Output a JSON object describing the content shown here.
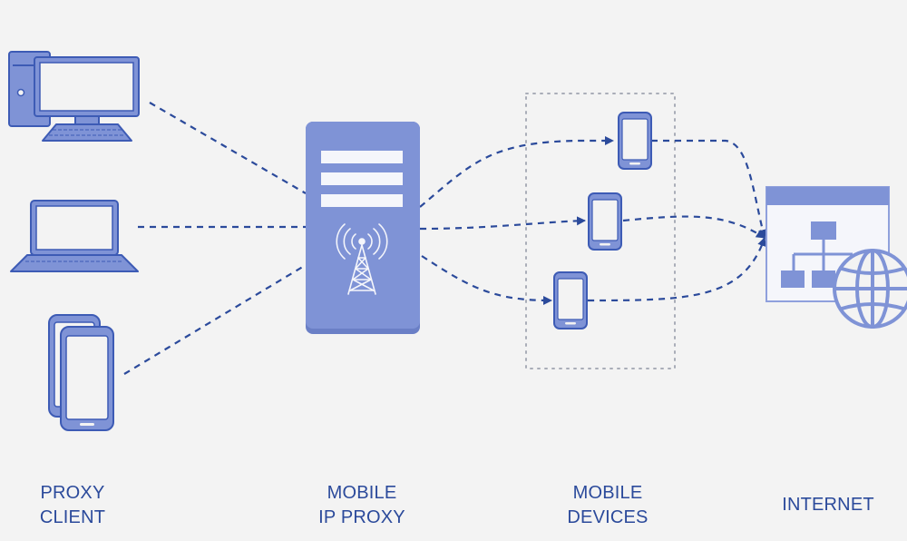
{
  "colors": {
    "background": "#f3f3f3",
    "icon_fill": "#7f93d6",
    "icon_fill_dark": "#6a7fc6",
    "icon_stroke": "#3d5bb5",
    "line": "#2b4a9b",
    "label": "#2b4a9b"
  },
  "labels": {
    "proxy_client": [
      "PROXY",
      "CLIENT"
    ],
    "mobile_ip_proxy": [
      "MOBILE",
      "IP PROXY"
    ],
    "mobile_devices": [
      "MOBILE",
      "DEVICES"
    ],
    "internet": [
      "INTERNET"
    ]
  },
  "icons": {
    "client_desktop": "desktop-computer-icon",
    "client_laptop": "laptop-icon",
    "client_phones": "smartphones-icon",
    "proxy_server": "server-icon",
    "antenna": "cell-tower-icon",
    "mobile_device": "smartphone-icon",
    "internet_site": "sitemap-icon",
    "internet_globe": "globe-icon"
  }
}
